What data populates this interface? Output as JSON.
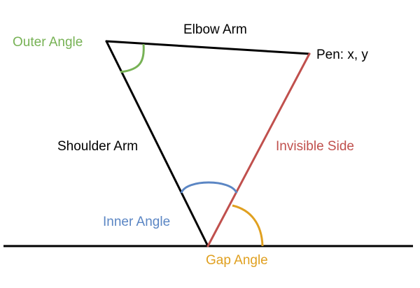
{
  "labels": {
    "elbow_arm": "Elbow Arm",
    "outer_angle": "Outer Angle",
    "pen": "Pen: x, y",
    "shoulder_arm": "Shoulder Arm",
    "invisible_side": "Invisible Side",
    "inner_angle": "Inner Angle",
    "gap_angle": "Gap Angle"
  },
  "colors": {
    "arm": "#000000",
    "outer_angle": "#77b255",
    "invisible_side": "#c0504d",
    "inner_angle": "#5b86c4",
    "gap_angle": "#e0a020"
  }
}
